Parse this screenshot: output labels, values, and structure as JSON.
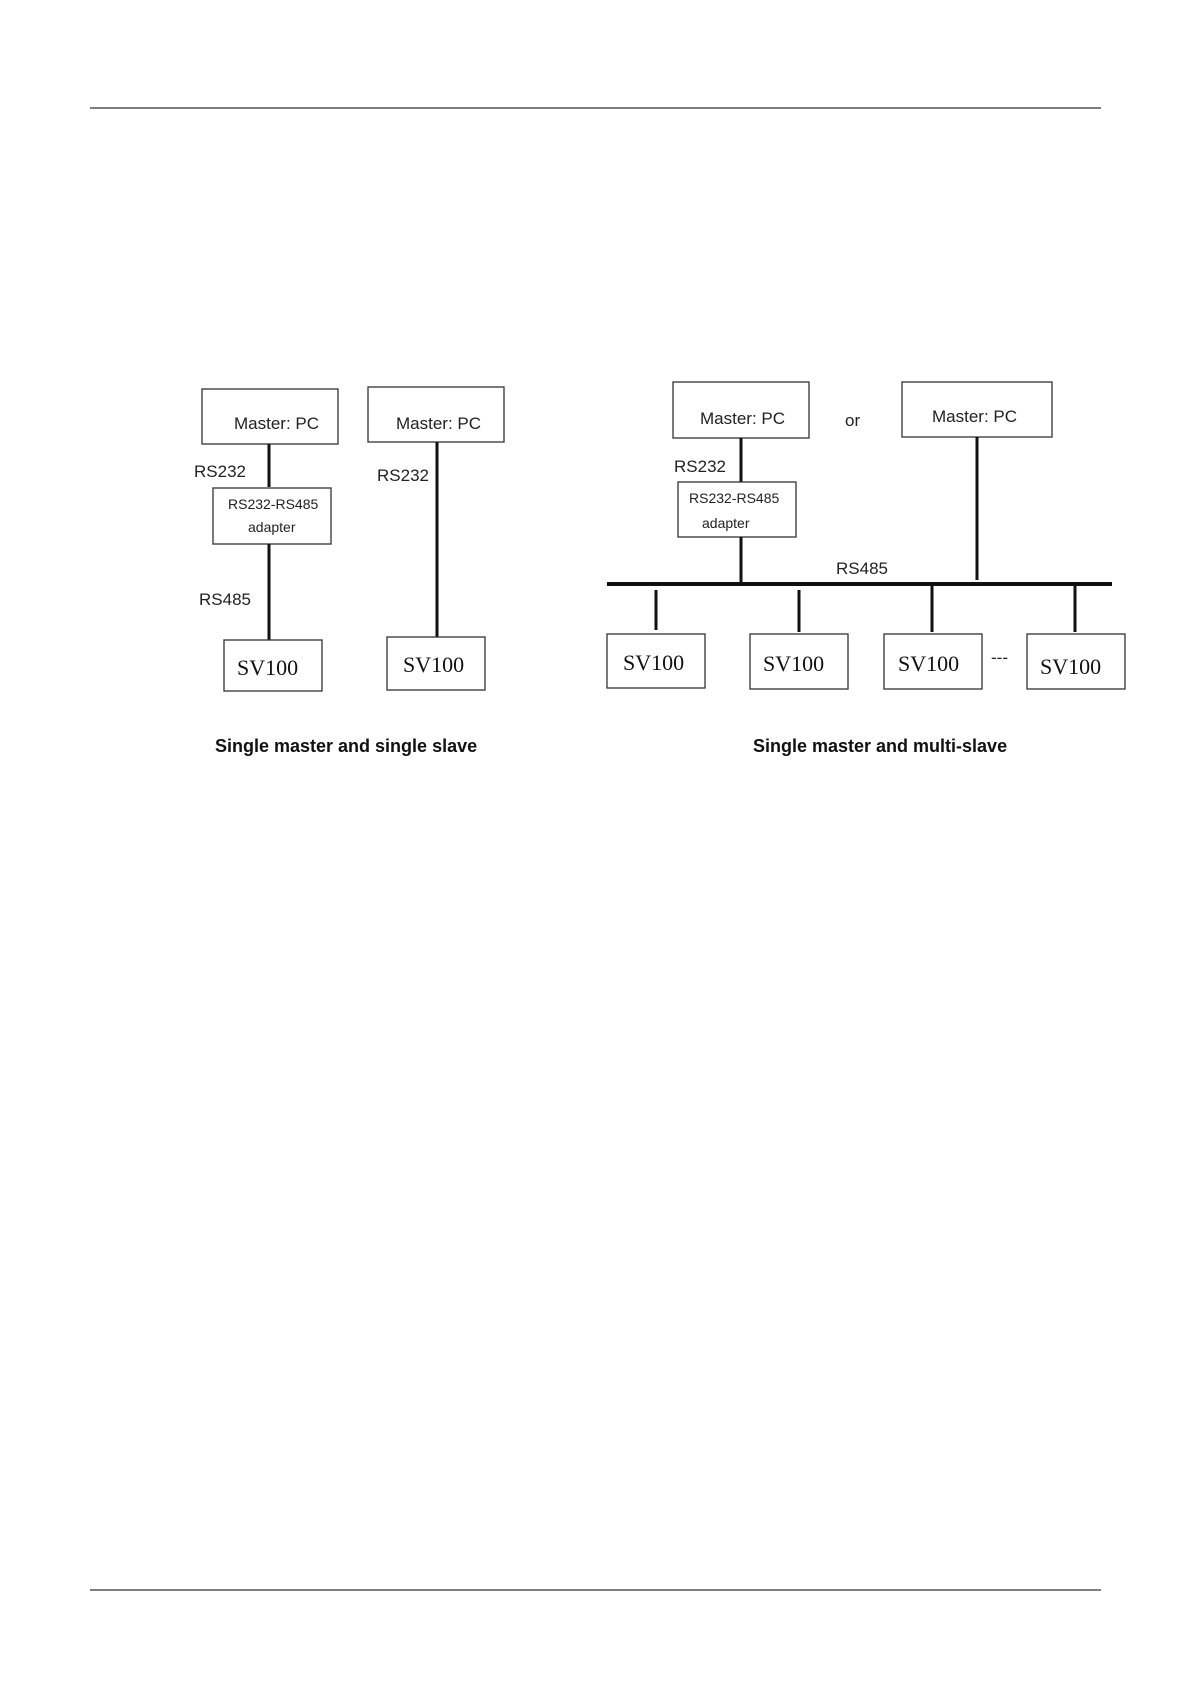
{
  "left": {
    "variant_a": {
      "master": "Master:  PC",
      "link_top": "RS232",
      "adapter_line1": "RS232-RS485",
      "adapter_line2": "adapter",
      "link_bottom": "RS485",
      "device": "SV100"
    },
    "variant_b": {
      "master": "Master:  PC",
      "link": "RS232",
      "device": "SV100"
    },
    "caption": "Single master and single slave"
  },
  "right": {
    "master_a": "Master:  PC",
    "link_top": "RS232",
    "adapter_line1": "RS232-RS485",
    "adapter_line2": "adapter",
    "or_text": "or",
    "master_b": "Master:  PC",
    "bus_label": "RS485",
    "devices": [
      "SV100",
      "SV100",
      "SV100",
      "SV100"
    ],
    "ellipsis": "---",
    "caption": "Single master and multi-slave"
  }
}
